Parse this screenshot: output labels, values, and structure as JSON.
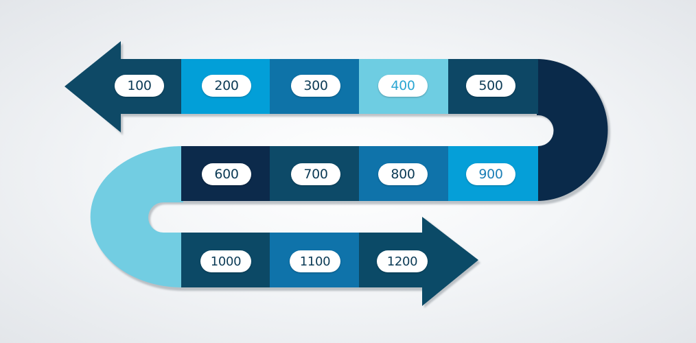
{
  "steps": [
    {
      "label": "100",
      "color": "#0e4966"
    },
    {
      "label": "200",
      "color": "#029fd8"
    },
    {
      "label": "300",
      "color": "#0e73a8"
    },
    {
      "label": "400",
      "color": "#6ecde2",
      "text_color": "#2aa6d2"
    },
    {
      "label": "500",
      "color": "#0d4765"
    },
    {
      "label": "600",
      "color": "#0c2a4b"
    },
    {
      "label": "700",
      "color": "#0d4a68"
    },
    {
      "label": "800",
      "color": "#0f73aa"
    },
    {
      "label": "900",
      "color": "#059fd8",
      "text_color": "#1b7fb7"
    },
    {
      "label": "1000",
      "color": "#0c4966"
    },
    {
      "label": "1100",
      "color": "#0f73aa"
    },
    {
      "label": "1200",
      "color": "#0b4a67"
    }
  ],
  "arrow_start_color": "#0e4966",
  "arrow_end_color": "#0b4a67",
  "right_turn_color": "#0a2a4a",
  "left_turn_color": "#72cde2",
  "shadow_color": "#8f969d"
}
